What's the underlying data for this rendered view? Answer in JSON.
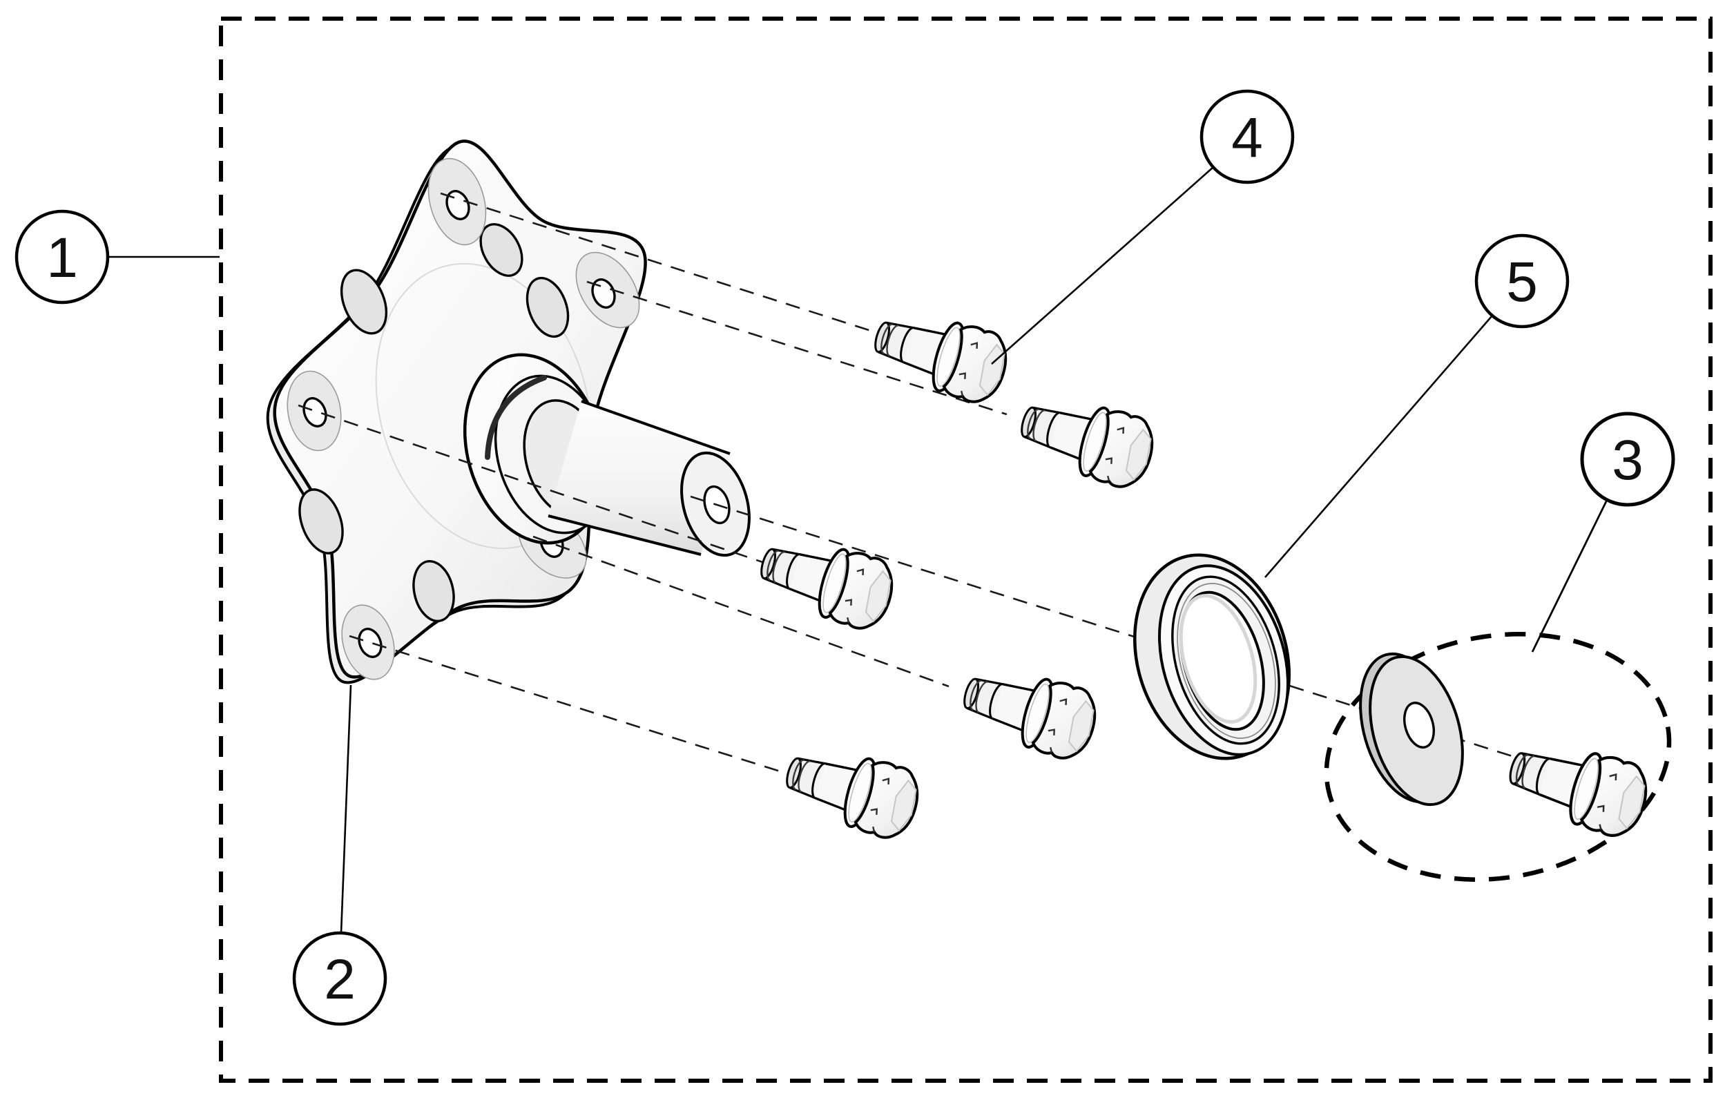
{
  "figure": {
    "kind": "exploded-parts-diagram",
    "subject": "wheel hub assembly",
    "background_color": "#ffffff",
    "line_color": "#000000"
  },
  "callouts": [
    {
      "number": "1",
      "points_to": "assembly-boundary-frame"
    },
    {
      "number": "2",
      "points_to": "hub-flange"
    },
    {
      "number": "3",
      "points_to": "washer-bolt-kit"
    },
    {
      "number": "4",
      "points_to": "flange-bolt"
    },
    {
      "number": "5",
      "points_to": "seal-ring"
    }
  ]
}
